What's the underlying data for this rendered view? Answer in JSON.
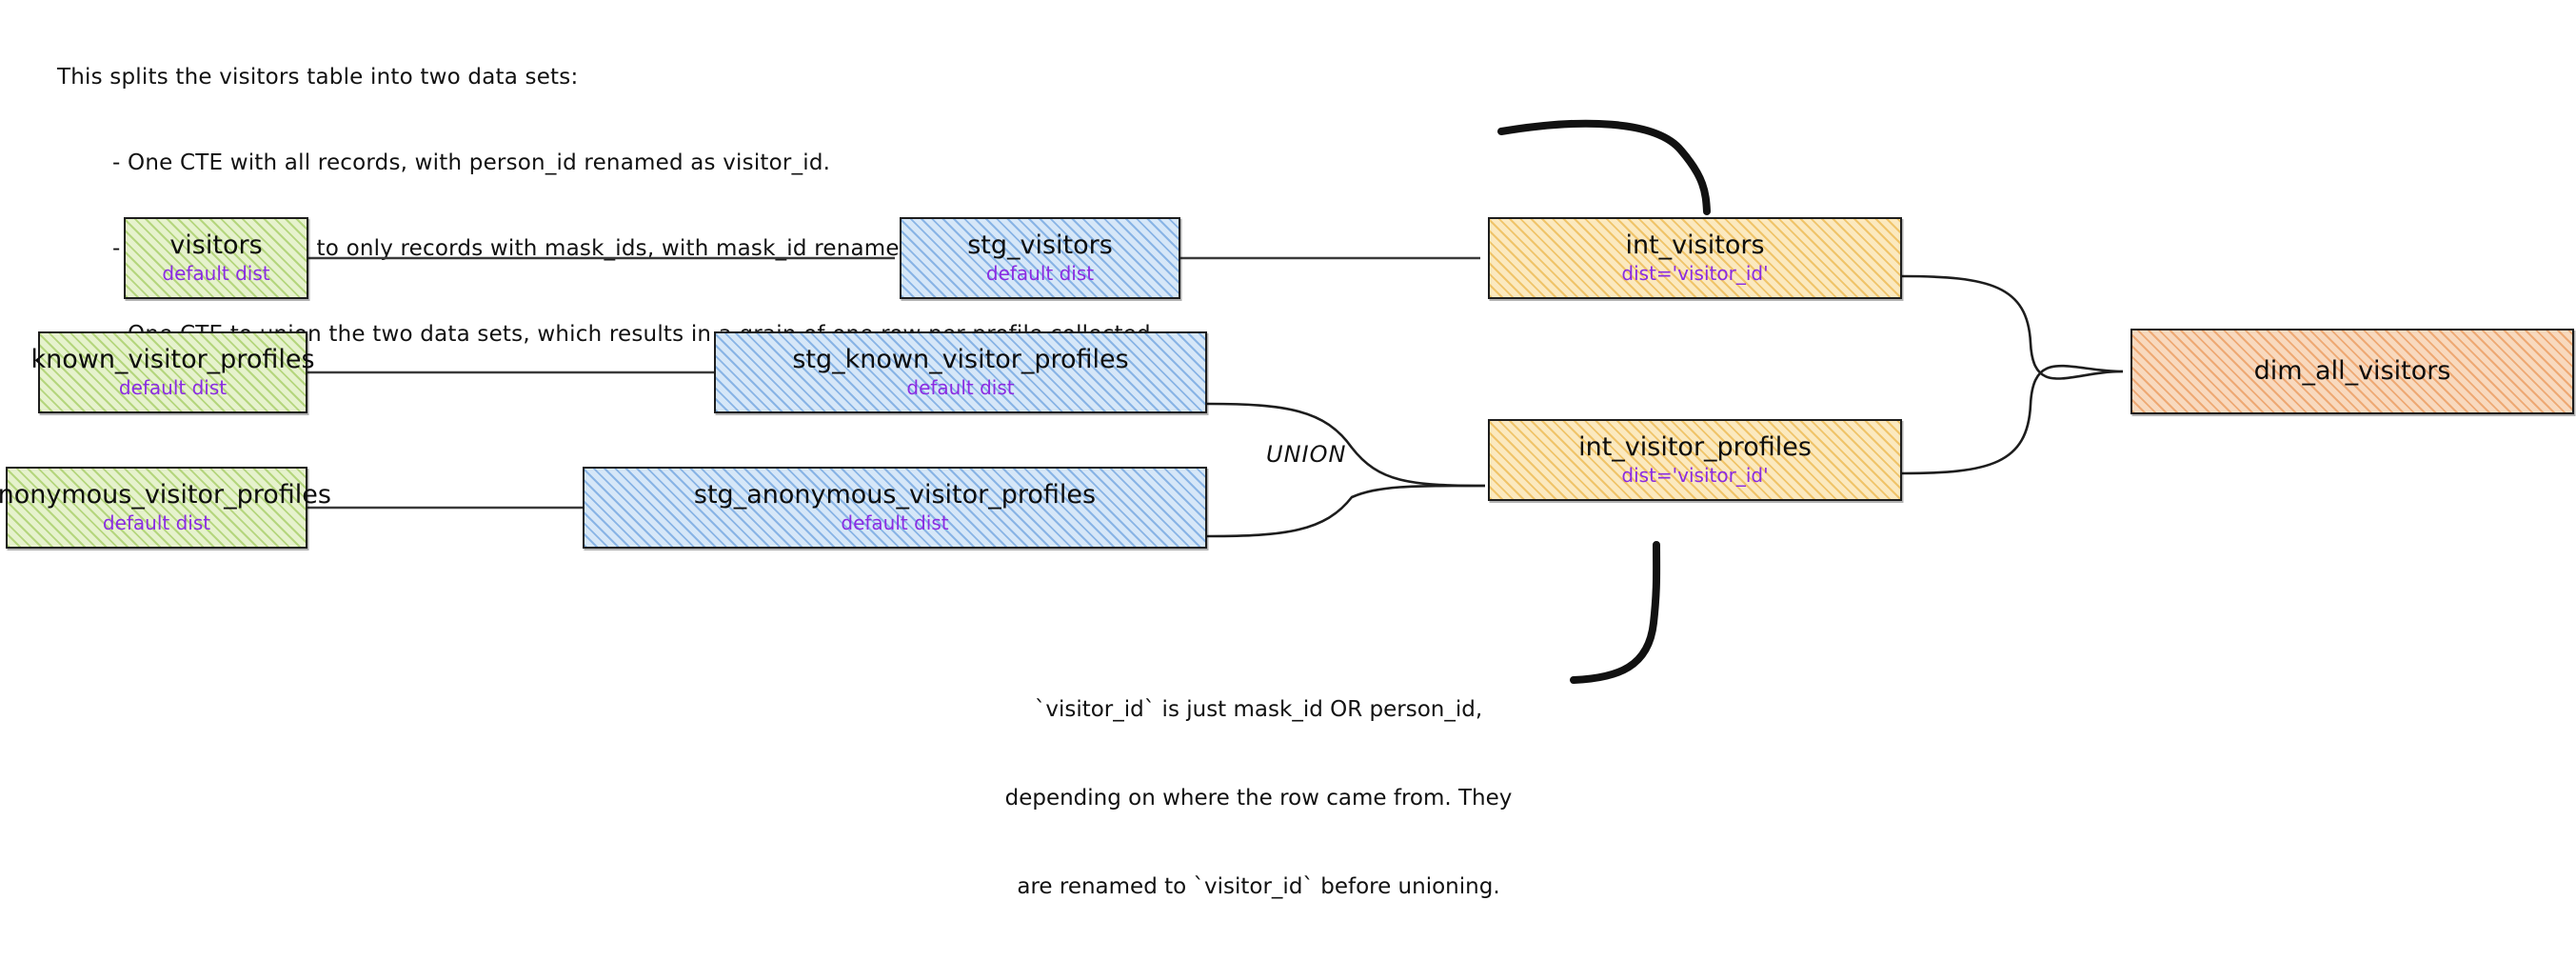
{
  "notes": {
    "top": [
      "This splits the visitors table into two data sets:",
      "- One CTE with all records, with person_id renamed as visitor_id.",
      "- One CTE filtered to only records with mask_ids, with mask_id renamed as visitor_id",
      "- One CTE to union the two data sets, which results in a grain of one row per profile collected."
    ],
    "bottom": [
      "`visitor_id` is just mask_id OR person_id,",
      "depending on where the row came from. They",
      "are renamed to `visitor_id` before unioning."
    ]
  },
  "edge_labels": {
    "union": "UNION"
  },
  "colors": {
    "source_green": "#e6f2cd",
    "staging_blue": "#d6e7f8",
    "intermediate_yellow": "#fbe9bf",
    "dimension_orange": "#f8d9be",
    "dist_text_purple": "#8a2be2",
    "outline": "#1d1d1d"
  },
  "nodes": [
    {
      "id": "visitors",
      "title": "visitors",
      "sub": "default dist",
      "layer": "source"
    },
    {
      "id": "known_visitor_profiles",
      "title": "known_visitor_profiles",
      "sub": "default dist",
      "layer": "source"
    },
    {
      "id": "anonymous_visitor_profiles",
      "title": "anonymous_visitor_profiles",
      "sub": "default dist",
      "layer": "source"
    },
    {
      "id": "stg_visitors",
      "title": "stg_visitors",
      "sub": "default dist",
      "layer": "staging"
    },
    {
      "id": "stg_known_visitor_profiles",
      "title": "stg_known_visitor_profiles",
      "sub": "default dist",
      "layer": "staging"
    },
    {
      "id": "stg_anonymous_visitor_profiles",
      "title": "stg_anonymous_visitor_profiles",
      "sub": "default dist",
      "layer": "staging"
    },
    {
      "id": "int_visitors",
      "title": "int_visitors",
      "sub": "dist='visitor_id'",
      "layer": "intermediate"
    },
    {
      "id": "int_visitor_profiles",
      "title": "int_visitor_profiles",
      "sub": "dist='visitor_id'",
      "layer": "intermediate"
    },
    {
      "id": "dim_all_visitors",
      "title": "dim_all_visitors",
      "sub": "",
      "layer": "dimension"
    }
  ]
}
